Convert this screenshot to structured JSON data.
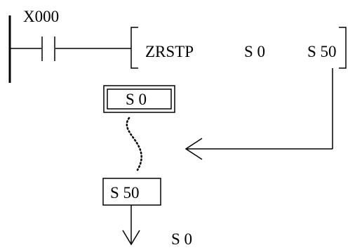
{
  "rung": {
    "contact_label": "X000",
    "instruction": {
      "mnemonic": "ZRSTP",
      "operand1": "S 0",
      "operand2": "S 50"
    }
  },
  "sfc": {
    "initial_step": "S 0",
    "end_step": "S 50",
    "jump_target": "S 0"
  },
  "colors": {
    "line": "#000000",
    "background": "#ffffff"
  }
}
